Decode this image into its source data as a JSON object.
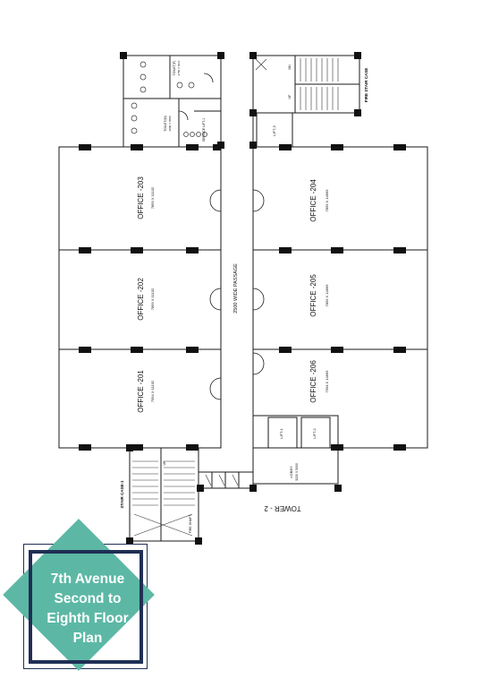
{
  "offices": [
    {
      "name": "OFFICE -203",
      "dims": "7859 X 11102"
    },
    {
      "name": "OFFICE -202",
      "dims": "7859 X 11102"
    },
    {
      "name": "OFFICE -201",
      "dims": "7594 X 11102"
    },
    {
      "name": "OFFICE -204",
      "dims": "7859 X 14669"
    },
    {
      "name": "OFFICE -205",
      "dims": "7859 X 14669"
    },
    {
      "name": "OFFICE -206",
      "dims": "7594 X 14669"
    }
  ],
  "passage_label": "2500 WIDE PASSAGE",
  "tower_label": "TOWER - 2",
  "stair_label_left": "STAIR CASE-1",
  "stair_label_right": "FIRE STAIR CASE",
  "lift_labels": [
    "LIFT-1",
    "LIFT-2",
    "LIFT-3"
  ],
  "service_lift_label": "SERVICE LIFT-1",
  "lobby_label": "LOBBY",
  "lobby_dims": "3220 X 5000",
  "toilet_labels": [
    "TOILET(F)",
    "TOILET(M)"
  ],
  "toilet_dims": [
    "2750 X 5647",
    "2800 X 6580"
  ],
  "fire_shaft_label": "FIRE SHAFT",
  "up_labels": [
    "UP",
    "UP",
    "DN"
  ],
  "badge": {
    "lines": [
      "7th Avenue",
      "Second to",
      "Eighth Floor",
      "Plan"
    ],
    "accent_color": "#5cb8a5",
    "frame_color": "#1f2f55"
  }
}
